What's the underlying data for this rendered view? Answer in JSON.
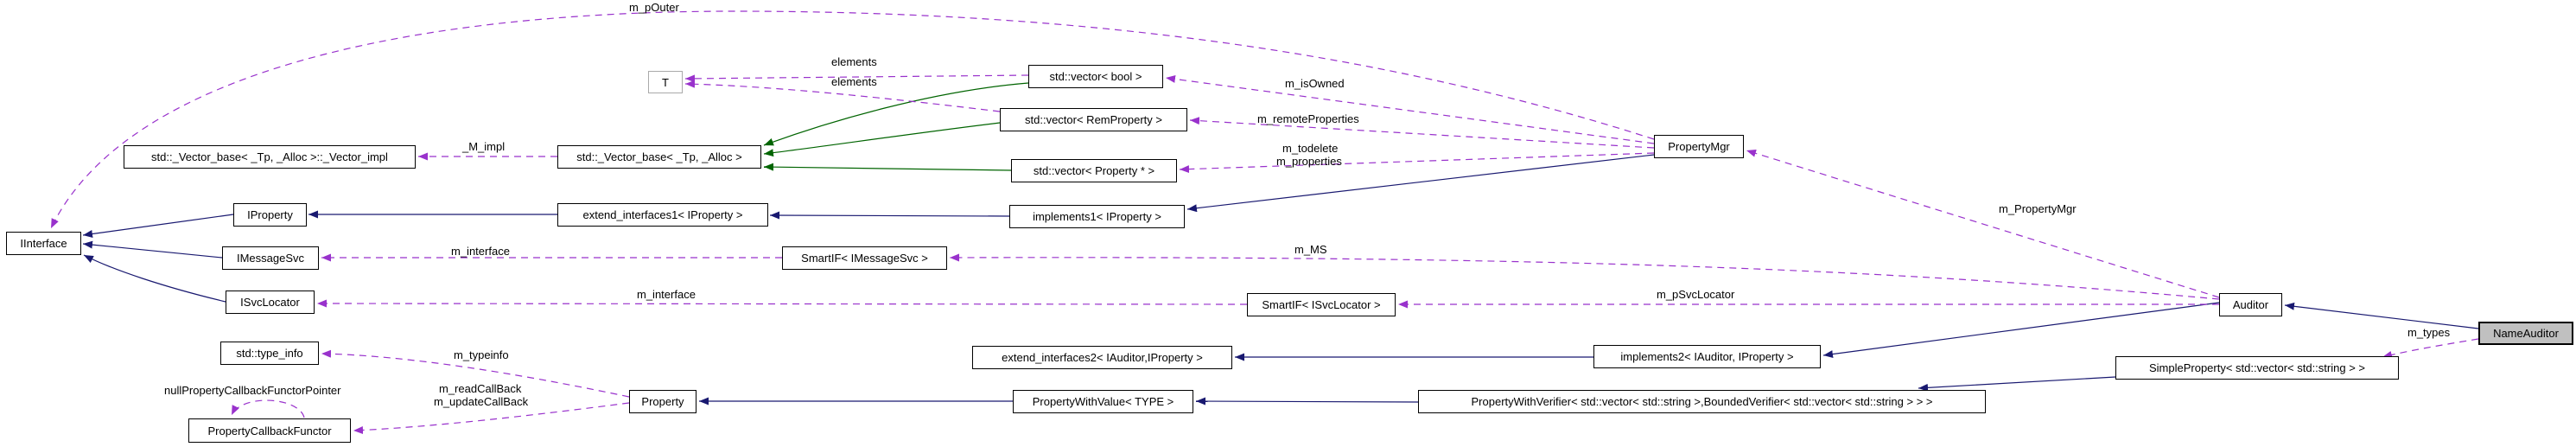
{
  "diagram": {
    "kind": "class-collaboration-graph",
    "highlighted_node": "NameAuditor"
  },
  "colors": {
    "inheritance_arrow": "#191970",
    "usage_arrow": "#9932cc",
    "template_base_arrow": "#006400",
    "node_fill": "#ffffff",
    "node_border": "#000000",
    "highlight_fill": "#c0c0c0",
    "background": "#ffffff"
  },
  "nodes": {
    "t": {
      "label": "T"
    },
    "vector_bool": {
      "label": "std::vector< bool >"
    },
    "vector_remproperty": {
      "label": "std::vector< RemProperty >"
    },
    "vector_base_impl": {
      "label": "std::_Vector_base< _Tp, _Alloc >::_Vector_impl"
    },
    "vector_base": {
      "label": "std::_Vector_base< _Tp, _Alloc >"
    },
    "vector_property_ptr": {
      "label": "std::vector< Property * >"
    },
    "propertymgr": {
      "label": "PropertyMgr"
    },
    "iproperty": {
      "label": "IProperty"
    },
    "extend_interfaces1": {
      "label": "extend_interfaces1< IProperty >"
    },
    "implements1": {
      "label": "implements1< IProperty >"
    },
    "iinterface": {
      "label": "IInterface"
    },
    "imessagesvc": {
      "label": "IMessageSvc"
    },
    "smartif_imessagesvc": {
      "label": "SmartIF< IMessageSvc >"
    },
    "isvclocator": {
      "label": "ISvcLocator"
    },
    "smartif_isvclocator": {
      "label": "SmartIF< ISvcLocator >"
    },
    "auditor": {
      "label": "Auditor"
    },
    "nameauditor": {
      "label": "NameAuditor"
    },
    "type_info": {
      "label": "std::type_info"
    },
    "extend_interfaces2": {
      "label": "extend_interfaces2< IAuditor,IProperty >"
    },
    "implements2": {
      "label": "implements2< IAuditor, IProperty >"
    },
    "simpleproperty": {
      "label": "SimpleProperty< std::vector< std::string > >"
    },
    "property": {
      "label": "Property"
    },
    "propertywithvalue": {
      "label": "PropertyWithValue< TYPE >"
    },
    "propertywithverifier": {
      "label": "PropertyWithVerifier< std::vector< std::string >,BoundedVerifier< std::vector< std::string > > >"
    },
    "propertycallbackfunctor": {
      "label": "PropertyCallbackFunctor"
    }
  },
  "edge_labels": {
    "m_pOuter": "m_pOuter",
    "elements_a": "elements",
    "elements_b": "elements",
    "m_isOwned": "m_isOwned",
    "M_impl": "_M_impl",
    "m_remoteProperties": "m_remoteProperties",
    "m_todelete": "m_todelete",
    "m_properties": "m_properties",
    "m_PropertyMgr": "m_PropertyMgr",
    "m_interface_msg": "m_interface",
    "m_MS": "m_MS",
    "m_interface_svc": "m_interface",
    "m_pSvcLocator": "m_pSvcLocator",
    "m_typeinfo": "m_typeinfo",
    "m_readCallBack": "m_readCallBack",
    "m_updateCallBack": "m_updateCallBack",
    "nullPropertyCallbackFunctorPointer": "nullPropertyCallbackFunctorPointer",
    "m_types": "m_types"
  }
}
